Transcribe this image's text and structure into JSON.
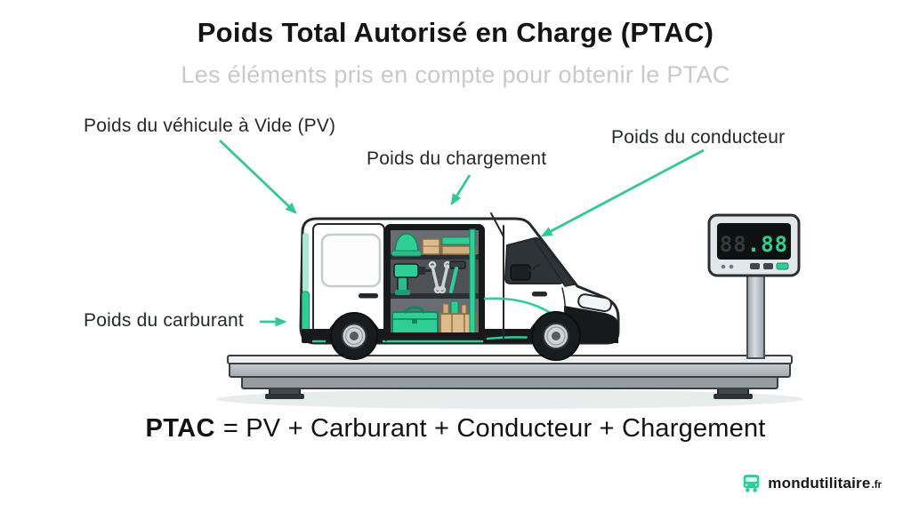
{
  "page": {
    "title": "Poids Total Autorisé en Charge (PTAC)",
    "subtitle": "Les éléments pris en compte pour obtenir le PTAC"
  },
  "labels": {
    "pv": "Poids du véhicule à Vide (PV)",
    "chargement": "Poids du chargement",
    "conducteur": "Poids du conducteur",
    "carburant": "Poids du carburant"
  },
  "formula": {
    "lhs": "PTAC",
    "rhs": "= PV + Carburant + Conducteur + Chargement"
  },
  "scale_display": {
    "digits_off": "88",
    "separator": ".",
    "digits_on": "88"
  },
  "logo": {
    "name": "mondutilitaire",
    "tld": ".fr"
  },
  "icons": {
    "brand_van_icon": "van-front",
    "annotation_arrow": "→"
  },
  "colors": {
    "accent_green": "#2fce95",
    "arrow_green": "#34c893",
    "title_text": "#141414",
    "subtitle_text": "#c7c9cb",
    "label_text": "#26292c",
    "display_screen": "#0e1112",
    "display_digit_off": "#323b37",
    "display_digit_lit": "#2fd08e",
    "platform_gray": "#aab0b5"
  }
}
